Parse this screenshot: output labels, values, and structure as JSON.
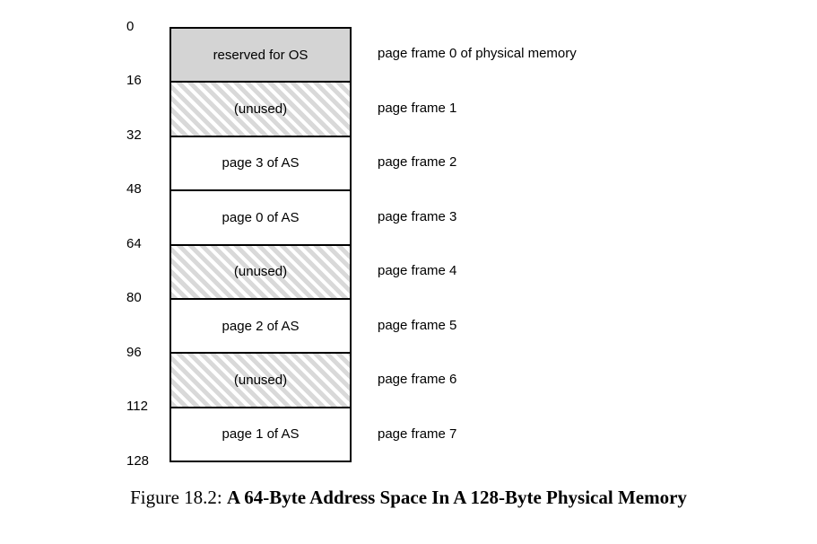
{
  "figure": {
    "address_ticks": [
      "0",
      "16",
      "32",
      "48",
      "64",
      "80",
      "96",
      "112",
      "128"
    ],
    "rows": [
      {
        "label": "reserved for OS",
        "fill": "solid",
        "frame_label": "page frame 0 of physical memory"
      },
      {
        "label": "(unused)",
        "fill": "hatch",
        "frame_label": "page frame 1"
      },
      {
        "label": "page 3 of AS",
        "fill": "white",
        "frame_label": "page frame 2"
      },
      {
        "label": "page 0 of AS",
        "fill": "white",
        "frame_label": "page frame 3"
      },
      {
        "label": "(unused)",
        "fill": "hatch",
        "frame_label": "page frame 4"
      },
      {
        "label": "page 2 of AS",
        "fill": "white",
        "frame_label": "page frame 5"
      },
      {
        "label": "(unused)",
        "fill": "hatch",
        "frame_label": "page frame 6"
      },
      {
        "label": "page 1 of AS",
        "fill": "white",
        "frame_label": "page frame 7"
      }
    ],
    "colors": {
      "solid_fill": "#d4d4d4",
      "hatch_stripe": "#d9d9d9",
      "border": "#000000",
      "text": "#000000",
      "background": "#ffffff"
    }
  },
  "caption": {
    "prefix": "Figure 18.2: ",
    "title": "A 64-Byte Address Space In A 128-Byte Physical Memory"
  }
}
